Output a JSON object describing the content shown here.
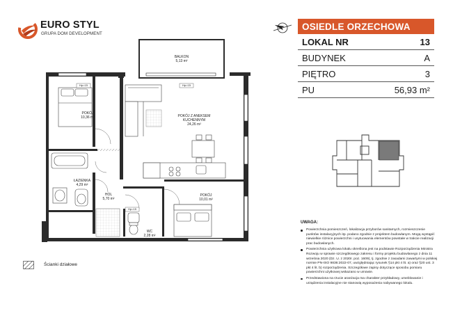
{
  "brand": {
    "name": "EURO STYL",
    "subtitle": "GRUPA DOM DEVELOPMENT"
  },
  "colors": {
    "accent": "#d8572a",
    "wall": "#2b2b2b",
    "highlight": "#7a7a7a"
  },
  "icons": {
    "compass": "north-arrow-icon",
    "logo": "euro-styl-logo-icon"
  },
  "info": {
    "project": "OSIEDLE ORZECHOWA",
    "rows": [
      {
        "label": "LOKAL NR",
        "value": "13"
      },
      {
        "label": "BUDYNEK",
        "value": "A"
      },
      {
        "label": "PIĘTRO",
        "value": "3"
      },
      {
        "label": "PU",
        "value": "56,93 m²"
      }
    ]
  },
  "rooms": {
    "balkon": {
      "name": "BALKON",
      "area": "5,13 m²"
    },
    "pokoj1": {
      "name": "POKÓJ",
      "area": "10,36 m²"
    },
    "salon": {
      "name": "POKÓJ Z ANEKSEM",
      "name2": "KUCHENNYM",
      "area": "24,26 m²"
    },
    "lazienka": {
      "name": "ŁAZIENKA",
      "area": "4,29 m²"
    },
    "hol": {
      "name": "HOL",
      "area": "5,70 m²"
    },
    "pokoj2": {
      "name": "POKÓJ",
      "area": "10,01 m²"
    },
    "wc": {
      "name": "WC",
      "area": "2,28 m²"
    }
  },
  "tags": {
    "t1": "Hp=15",
    "t2": "Hp=15",
    "t3": "Hp=15"
  },
  "legend": {
    "label": "Ścianki działowe"
  },
  "notes": {
    "title": "UWAGA:",
    "items": [
      "Powierzchnia pomieszczeń, lokalizacja przyborów sanitarnych, rozmieszczenie punktów instalacyjnych itp. podano zgodnie z projektem budowlanym. Mogą wystąpić niewielkie różnice powierzchni i usytuowania elementów powstałe w trakcie realizacji prac budowlanych.",
      "Powierzchnia użytkowa lokalu określona jest na podstawie Rozporządzenia Ministra Rozwoju w sprawie szczegółowego zakresu i formy projektu budowlanego z dnia 11 września 2020 (Dz. U. z 2020r. poz. 1609), tj. zgodnie z zasadami zawartymi w polskiej normie PN-ISO 9836:2022-07, uwzględniając rysunek §14 pkt 4 lit. a) oraz §20 ust. 3 pkt 4 lit. b) rozporządzenia. Szczegółowe zapisy dotyczące sposobu pomiaru powierzchni użytkowej wskazano w umowie.",
      "Przedstawiona na rzucie aranżacja ma charakter przykładowy, umeblowanie i urządzenia instalacyjne nie stanowią wyposażenia nabywanego lokalu."
    ]
  }
}
